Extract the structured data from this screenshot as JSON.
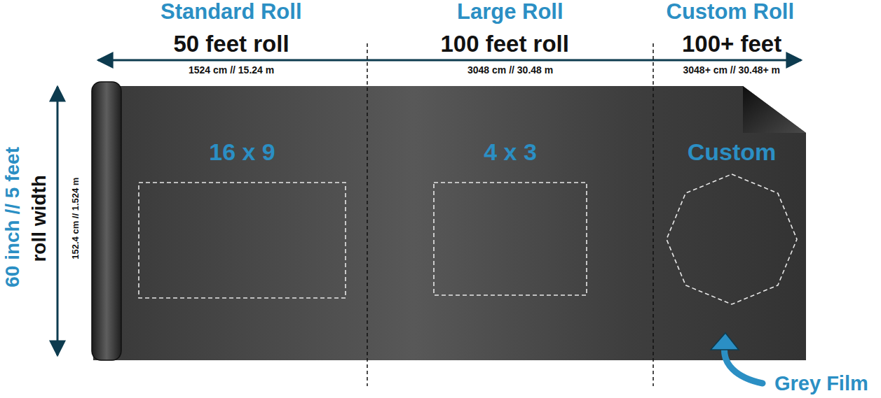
{
  "diagram": {
    "nodes": [
      {
        "text": [
          "16 x 9"
        ]
      },
      {
        "text": [
          "4 x 3"
        ]
      },
      {
        "text": [
          "Custom"
        ]
      }
    ],
    "labels": [
      "Standard Roll",
      "50 feet roll",
      "1524 cm // 15.24 m",
      "Large Roll",
      "100 feet roll",
      "3048 cm // 30.48 m",
      "Custom Roll",
      "100+ feet",
      "3048+ cm // 30.48+ m",
      "60 inch // 5 feet",
      "roll width",
      "152.4 cm // 1.524 m",
      "Grey Film"
    ]
  }
}
